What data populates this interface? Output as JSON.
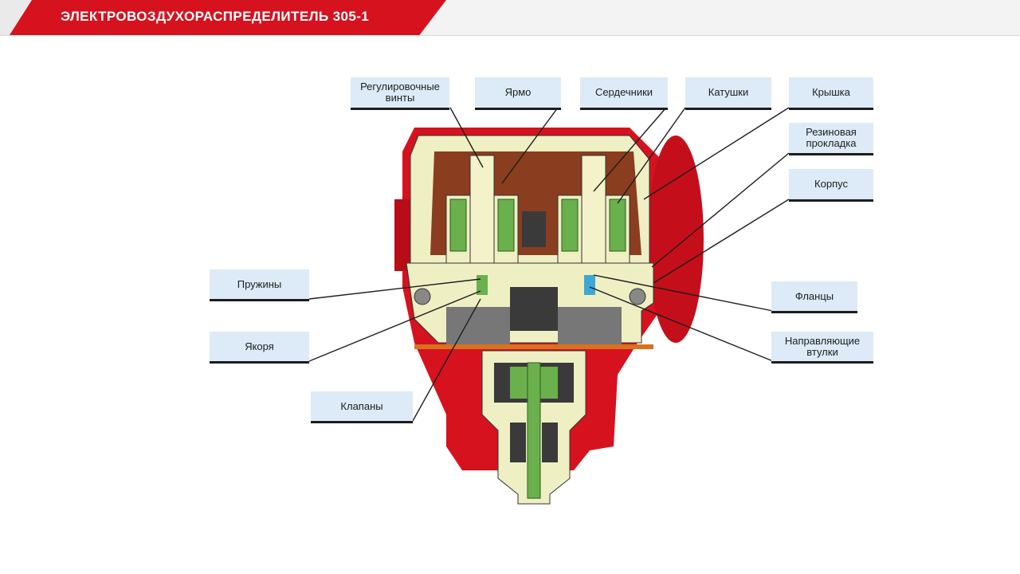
{
  "header": {
    "title": "ЭЛЕКТРОВОЗДУХОРАСПРЕДЕЛИТЕЛЬ 305-1"
  },
  "labels": {
    "regulating_screws": "Регулировочные\nвинты",
    "yoke": "Ярмо",
    "cores": "Сердечники",
    "coils": "Катушки",
    "cover": "Крышка",
    "rubber_gasket": "Резиновая\nпрокладка",
    "housing": "Корпус",
    "springs": "Пружины",
    "armatures": "Якоря",
    "valves": "Клапаны",
    "flanges": "Фланцы",
    "guide_bushings": "Направляющие\nвтулки"
  },
  "colors": {
    "accent_red": "#d6121f",
    "body_cream": "#efefc4",
    "coil_green": "#6ab04c",
    "label_bg": "#dcebf7",
    "copper": "#8a3d1f"
  }
}
